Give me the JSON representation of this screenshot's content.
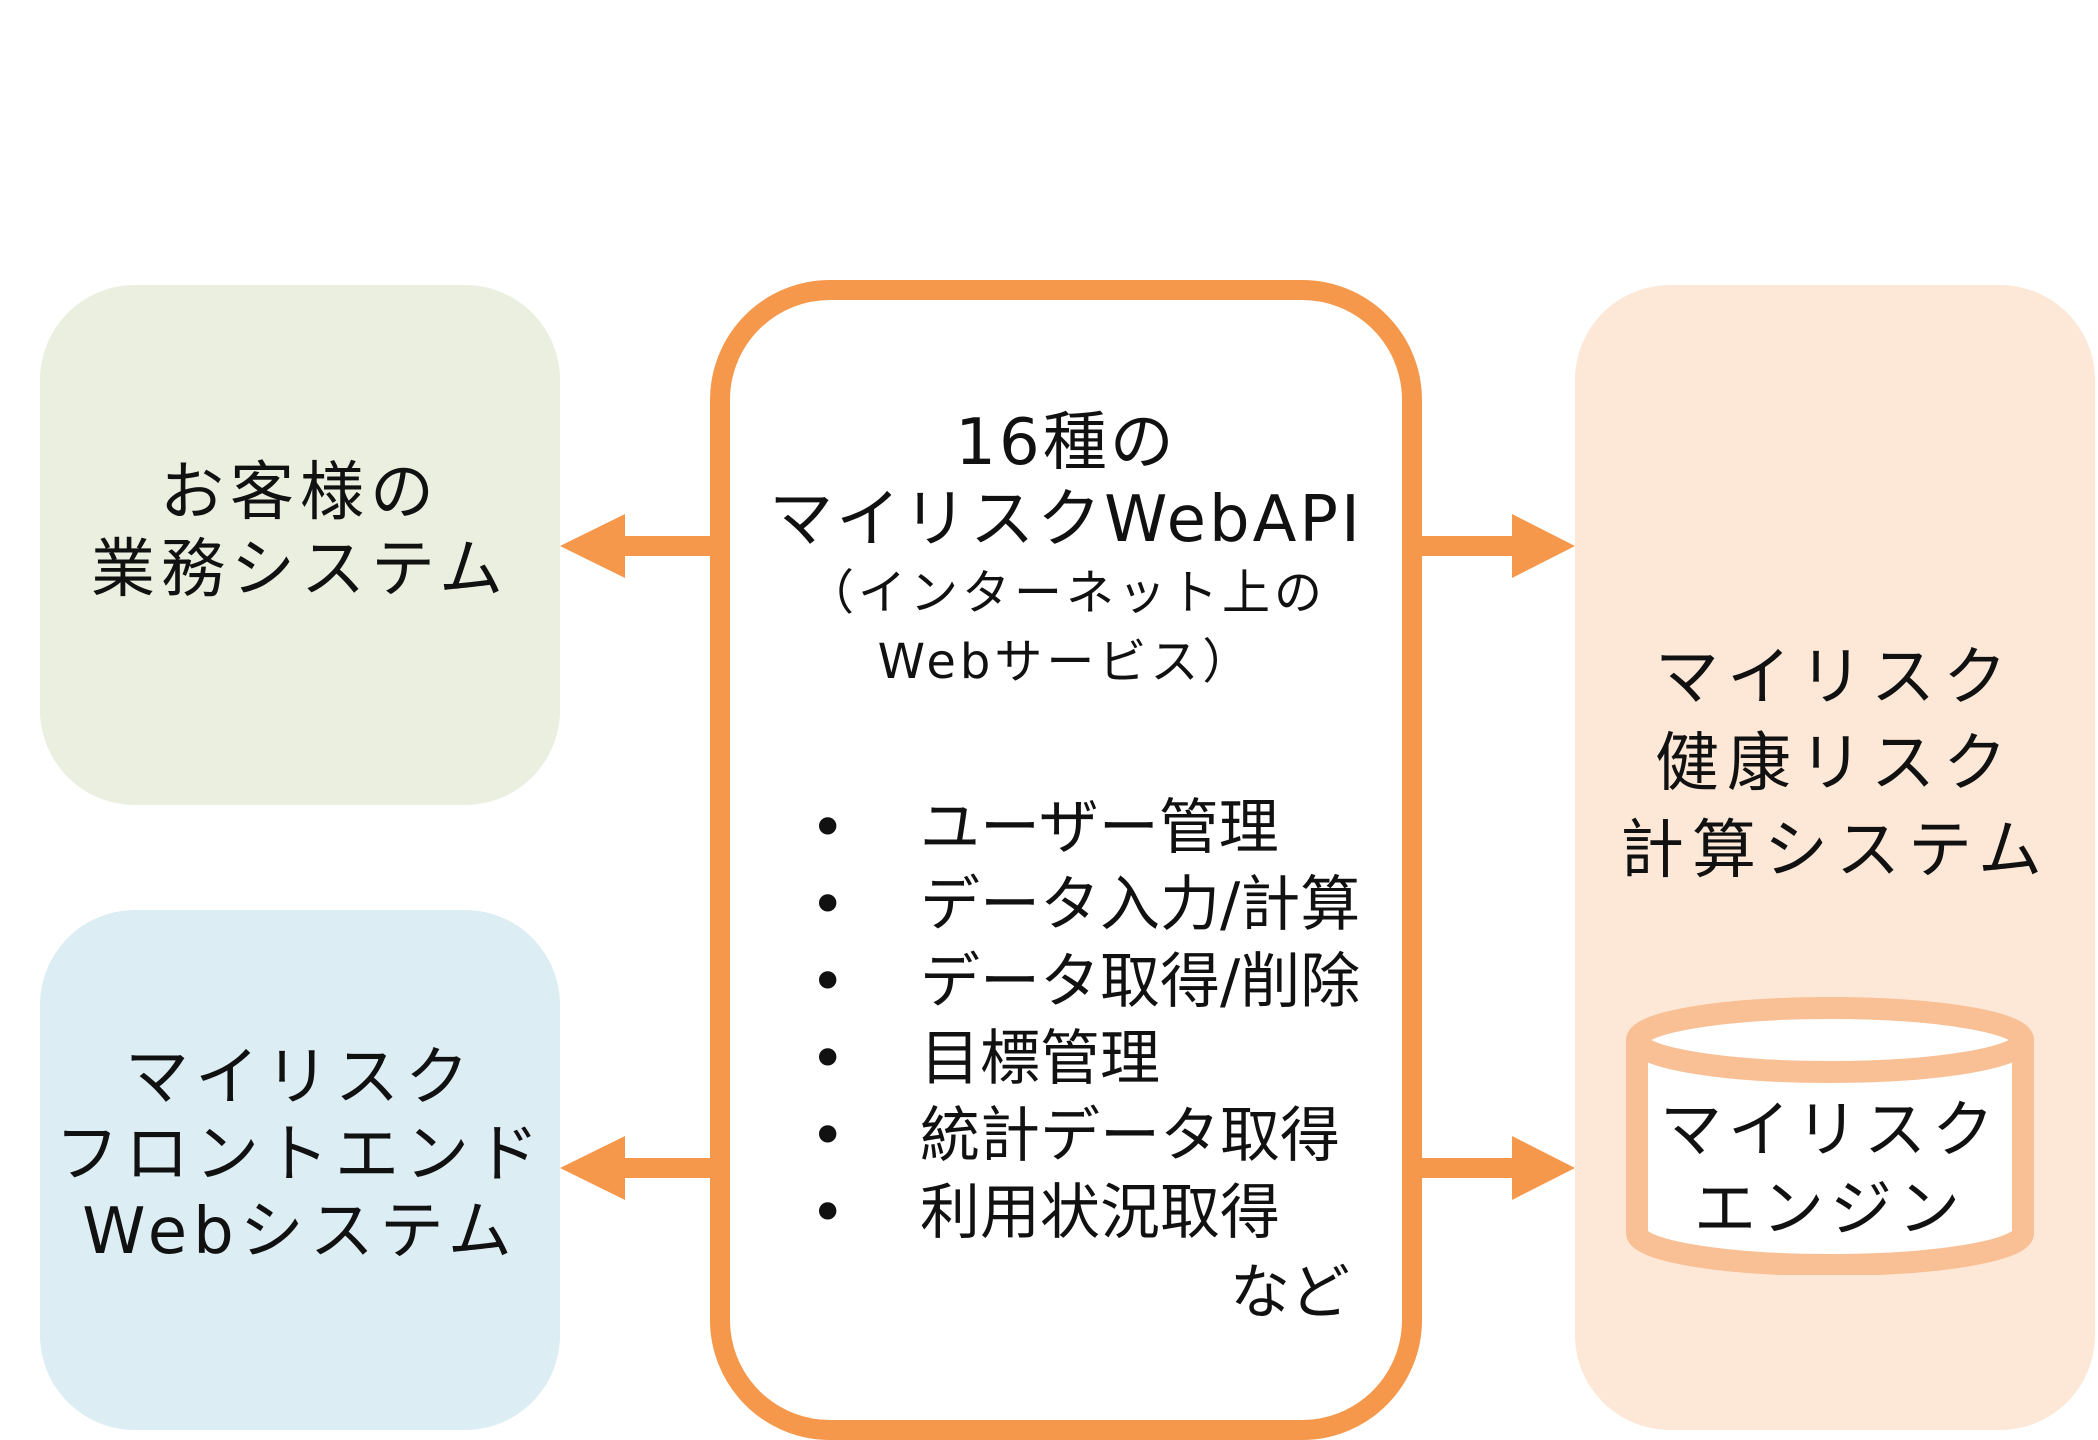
{
  "colors": {
    "accent_orange": "#f5984b",
    "engine_orange": "#f9c095",
    "left_top_fill": "#ebefdf",
    "left_bottom_fill": "#dcedf3",
    "right_fill": "#fde8d8"
  },
  "left_top": {
    "label": "お客様の\n業務システム"
  },
  "left_bottom": {
    "label": "マイリスク\nフロントエンド\nWebシステム"
  },
  "center": {
    "title_line1": "16種の",
    "title_line2": "マイリスクWebAPI",
    "subtitle_line1": "（インターネット上の",
    "subtitle_line2": "Webサービス）",
    "features": [
      "ユーザー管理",
      "データ入力/計算",
      "データ取得/削除",
      "目標管理",
      "統計データ取得",
      "利用状況取得"
    ],
    "features_note": "など"
  },
  "right": {
    "label": "マイリスク\n健康リスク\n計算システム",
    "engine_label": "マイリスク\nエンジン"
  },
  "arrows": [
    {
      "name": "arrow-to-business-system",
      "direction": "left"
    },
    {
      "name": "arrow-to-frontend-web-system",
      "direction": "left"
    },
    {
      "name": "arrow-to-health-risk-system",
      "direction": "right"
    },
    {
      "name": "arrow-to-myrisk-engine",
      "direction": "right"
    }
  ]
}
